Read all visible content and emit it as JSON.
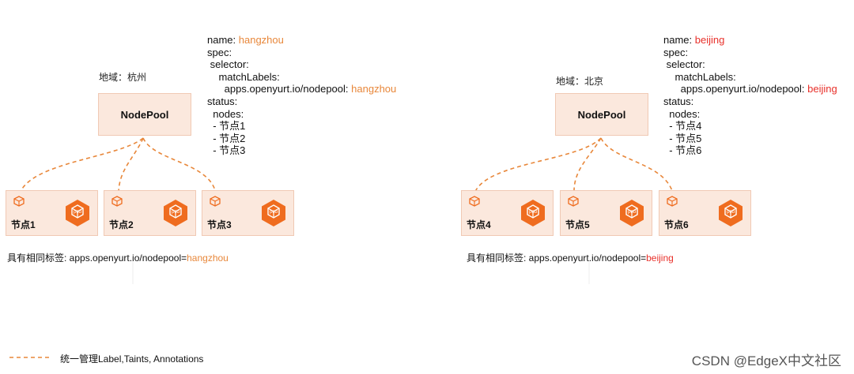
{
  "left": {
    "region_label": "地域：杭州",
    "nodepool_label": "NodePool",
    "yaml": {
      "name_key": "name:",
      "name_value": "hangzhou",
      "spec": "spec:",
      "selector": "selector:",
      "matchLabels": "matchLabels:",
      "label_key": "apps.openyurt.io/nodepool:",
      "label_value": "hangzhou",
      "status": "status:",
      "nodes": "nodes:",
      "node_items": [
        "- 节点1",
        "- 节点2",
        "- 节点3"
      ]
    },
    "nodes": [
      "节点1",
      "节点2",
      "节点3"
    ],
    "pod_label": "pod",
    "same_label_prefix": "具有相同标签: apps.openyurt.io/nodepool=",
    "same_label_value": "hangzhou"
  },
  "right": {
    "region_label": "地域：北京",
    "nodepool_label": "NodePool",
    "yaml": {
      "name_key": "name:",
      "name_value": "beijing",
      "spec": "spec:",
      "selector": "selector:",
      "matchLabels": "matchLabels:",
      "label_key": "apps.openyurt.io/nodepool:",
      "label_value": "beijing",
      "status": "status:",
      "nodes": "nodes:",
      "node_items": [
        "- 节点4",
        "- 节点5",
        "- 节点6"
      ]
    },
    "nodes": [
      "节点4",
      "节点5",
      "节点6"
    ],
    "pod_label": "pod",
    "same_label_prefix": "具有相同标签: apps.openyurt.io/nodepool=",
    "same_label_value": "beijing"
  },
  "legend": {
    "text": "统一管理Label,Taints, Annotations"
  },
  "watermark": "CSDN @EdgeX中文社区",
  "colors": {
    "accent_orange": "#e8873a",
    "accent_red": "#e8302a",
    "box_fill": "#fbe8dd",
    "pod_orange": "#ef6c1f"
  }
}
